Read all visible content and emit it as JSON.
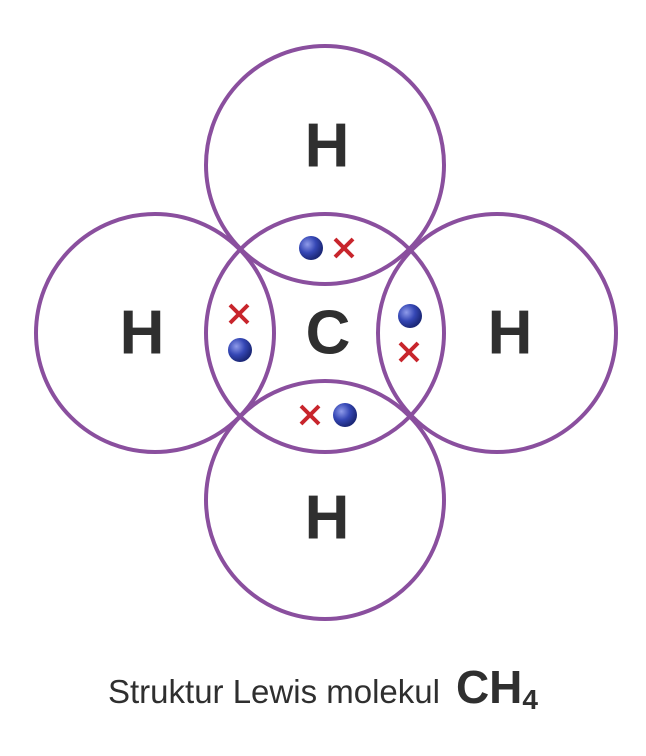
{
  "colors": {
    "orbit": "#8a4f9e",
    "label": "#2f2f2f",
    "electron_c": "#2d3fa6",
    "electron_h": "#c8252c"
  },
  "atoms": {
    "top": "H",
    "left": "H",
    "center": "C",
    "right": "H",
    "bottom": "H"
  },
  "electron_symbols": {
    "carbon": "dot",
    "hydrogen": "cross"
  },
  "caption": {
    "text": "Struktur Lewis molekul",
    "formula_main": "CH",
    "formula_sub": "4"
  }
}
